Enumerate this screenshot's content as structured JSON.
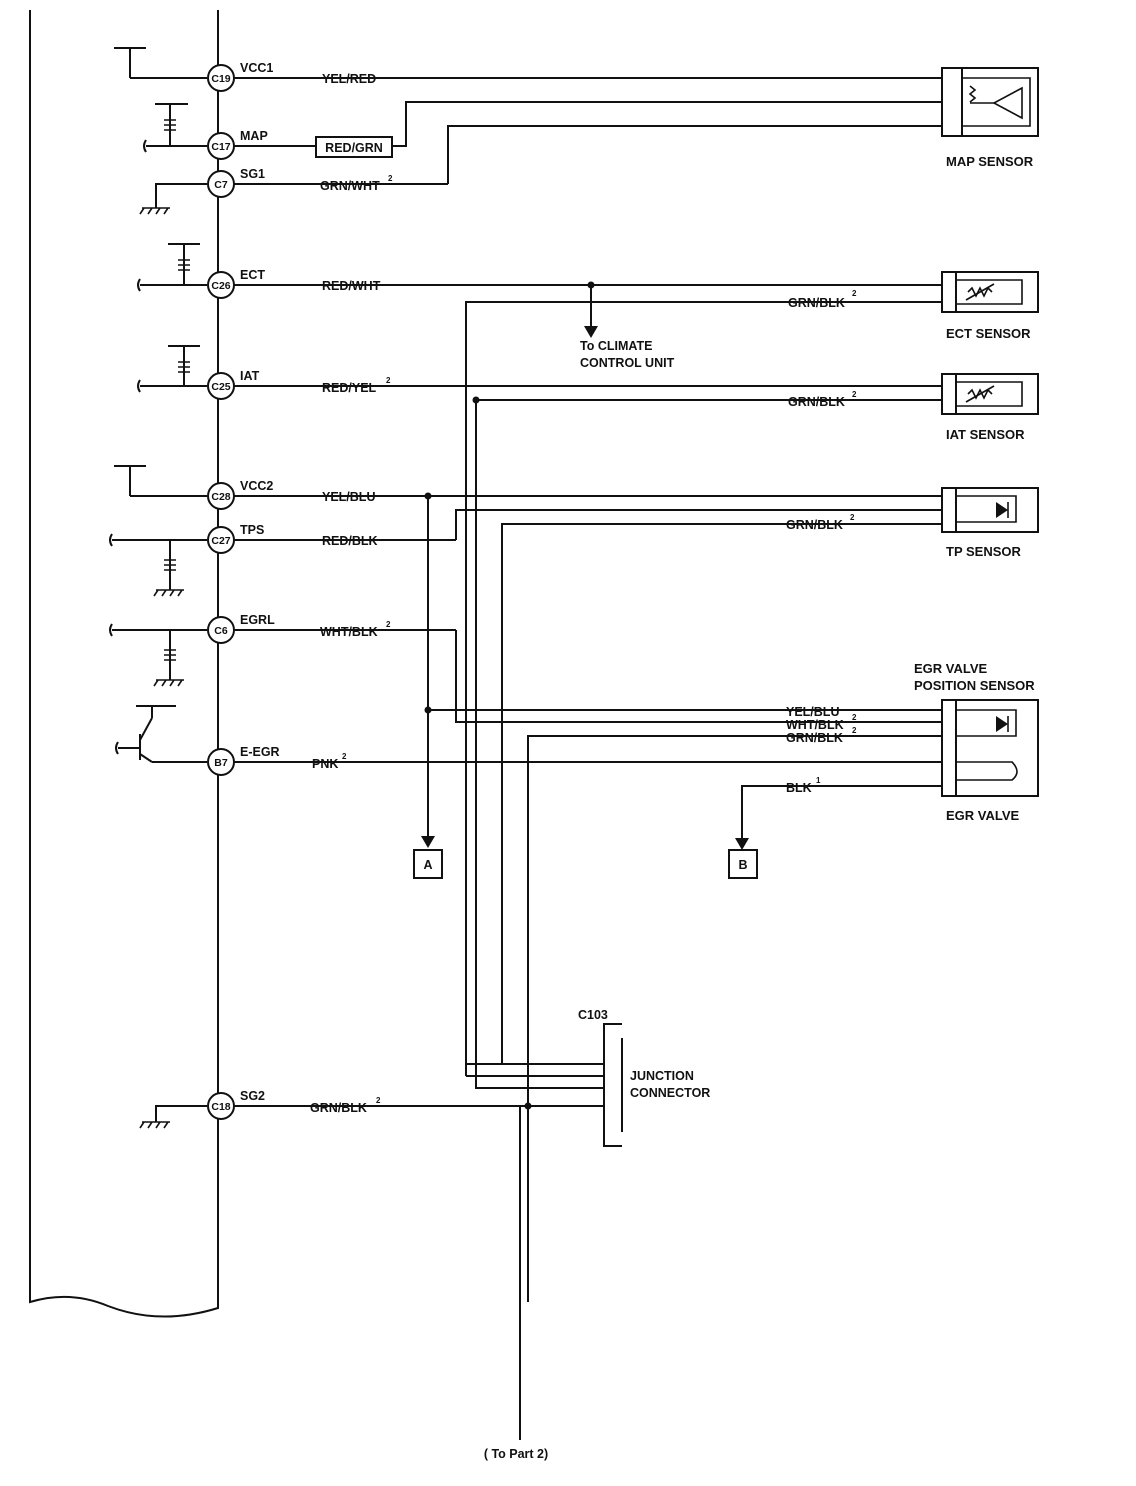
{
  "ecm_pins": [
    {
      "id": "C19",
      "signal": "VCC1"
    },
    {
      "id": "C17",
      "signal": "MAP"
    },
    {
      "id": "C7",
      "signal": "SG1"
    },
    {
      "id": "C26",
      "signal": "ECT"
    },
    {
      "id": "C25",
      "signal": "IAT"
    },
    {
      "id": "C28",
      "signal": "VCC2"
    },
    {
      "id": "C27",
      "signal": "TPS"
    },
    {
      "id": "C6",
      "signal": "EGRL"
    },
    {
      "id": "B7",
      "signal": "E-EGR"
    },
    {
      "id": "C18",
      "signal": "SG2"
    }
  ],
  "wires": {
    "c19": "YEL/RED",
    "c17": "RED/GRN",
    "c7": "GRN/WHT",
    "c26": "RED/WHT",
    "ect_ground": "GRN/BLK",
    "c25": "RED/YEL",
    "iat_ground": "GRN/BLK",
    "c28": "YEL/BLU",
    "c27": "RED/BLK",
    "tp_ground": "GRN/BLK",
    "c6": "WHT/BLK",
    "b7": "PNK",
    "egr_vcc": "YEL/BLU",
    "egr_sig": "WHT/BLK",
    "egr_gnd": "GRN/BLK",
    "egr_valve_gnd": "BLK",
    "c18": "GRN/BLK"
  },
  "superscripts": {
    "two": "2",
    "one": "1"
  },
  "components": {
    "map_sensor": "MAP SENSOR",
    "ect_sensor": "ECT SENSOR",
    "iat_sensor": "IAT SENSOR",
    "tp_sensor": "TP SENSOR",
    "egr_pos_line1": "EGR VALVE",
    "egr_pos_line2": "POSITION SENSOR",
    "egr_valve": "EGR VALVE",
    "climate_line1": "To CLIMATE",
    "climate_line2": "CONTROL UNIT",
    "connector_id": "C103",
    "junction_line1": "JUNCTION",
    "junction_line2": "CONNECTOR",
    "ref_a": "A",
    "ref_b": "B",
    "to_part2": "( To Part 2)"
  }
}
